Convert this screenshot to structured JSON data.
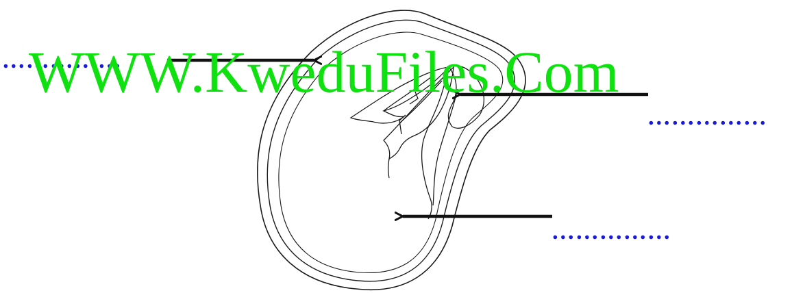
{
  "diagram": {
    "subject": "seed-longitudinal-section",
    "stroke_color": "#1a1a1a",
    "label_color": "#1a1adf",
    "watermark_color": "#0fe00f",
    "labels": [
      {
        "id": "top-left",
        "text": "……………"
      },
      {
        "id": "right",
        "text": "……………"
      },
      {
        "id": "bottom",
        "text": "……………"
      }
    ],
    "watermark": "WWW.KweduFiles.Com"
  }
}
